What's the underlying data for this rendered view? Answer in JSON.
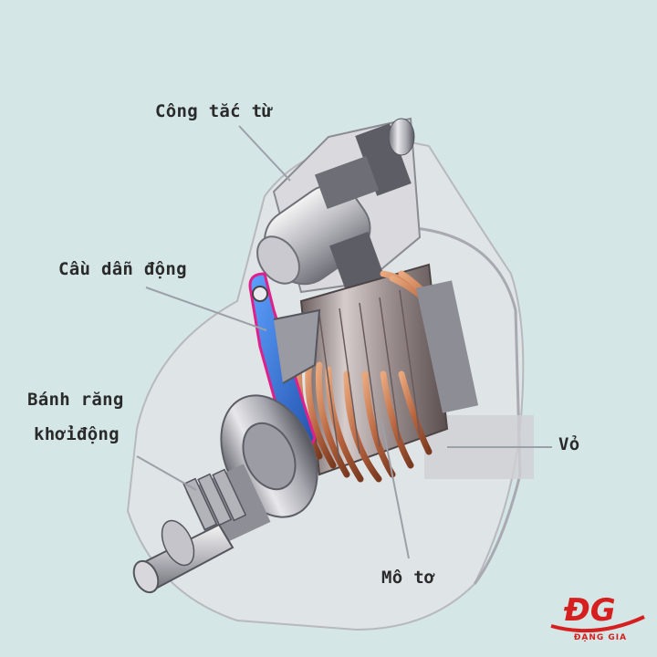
{
  "labels": {
    "solenoid_switch": "Công tắc từ",
    "drive_fork": "Cầu dẫn động",
    "pinion_line1": "Bánh răng",
    "pinion_line2": "khởiđộng",
    "housing": "Vỏ",
    "motor": "Mô tơ"
  },
  "logo": {
    "mark": "ĐG",
    "text": "ĐẠNG GIA"
  },
  "colors": {
    "background": "#d4e6e6",
    "copper": "#c0704a",
    "fork_blue": "#2a6fd0",
    "fork_red": "#e0208a",
    "brand_red": "#d62020"
  }
}
